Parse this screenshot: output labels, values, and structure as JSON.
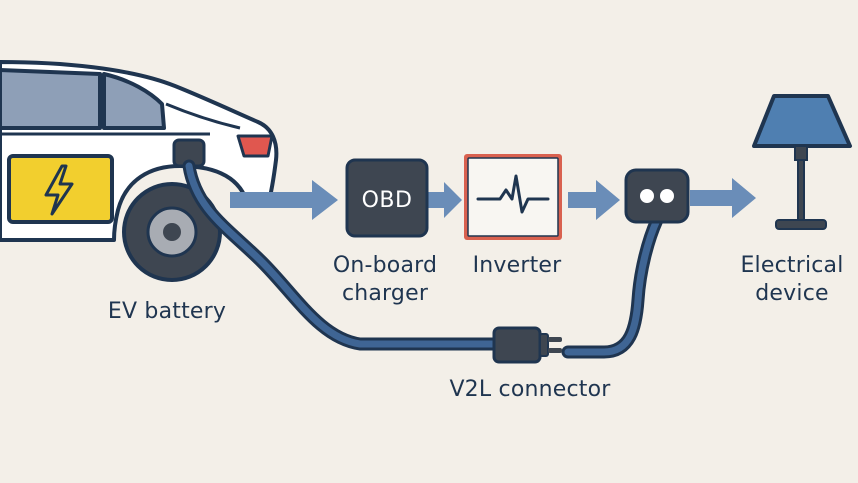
{
  "labels": {
    "ev_battery": "EV battery",
    "obd_box": "OBD",
    "on_board_charger": "On-board\ncharger",
    "inverter": "Inverter",
    "v2l_connector": "V2L connector",
    "electrical_device": "Electrical\ndevice"
  },
  "colors": {
    "background": "#f3efe8",
    "navy": "#1f3550",
    "cable": "#3f6594",
    "arrow": "#6a8db8",
    "battery": "#f2cf2e",
    "obd_box": "#3e4651",
    "inverter_border": "#d9614f",
    "lamp_shade": "#4f7fb1",
    "tail_light": "#e0574f"
  },
  "icons": [
    "lightning-icon",
    "waveform-icon",
    "socket-icon",
    "plug-icon",
    "lamp-icon",
    "car-icon"
  ]
}
